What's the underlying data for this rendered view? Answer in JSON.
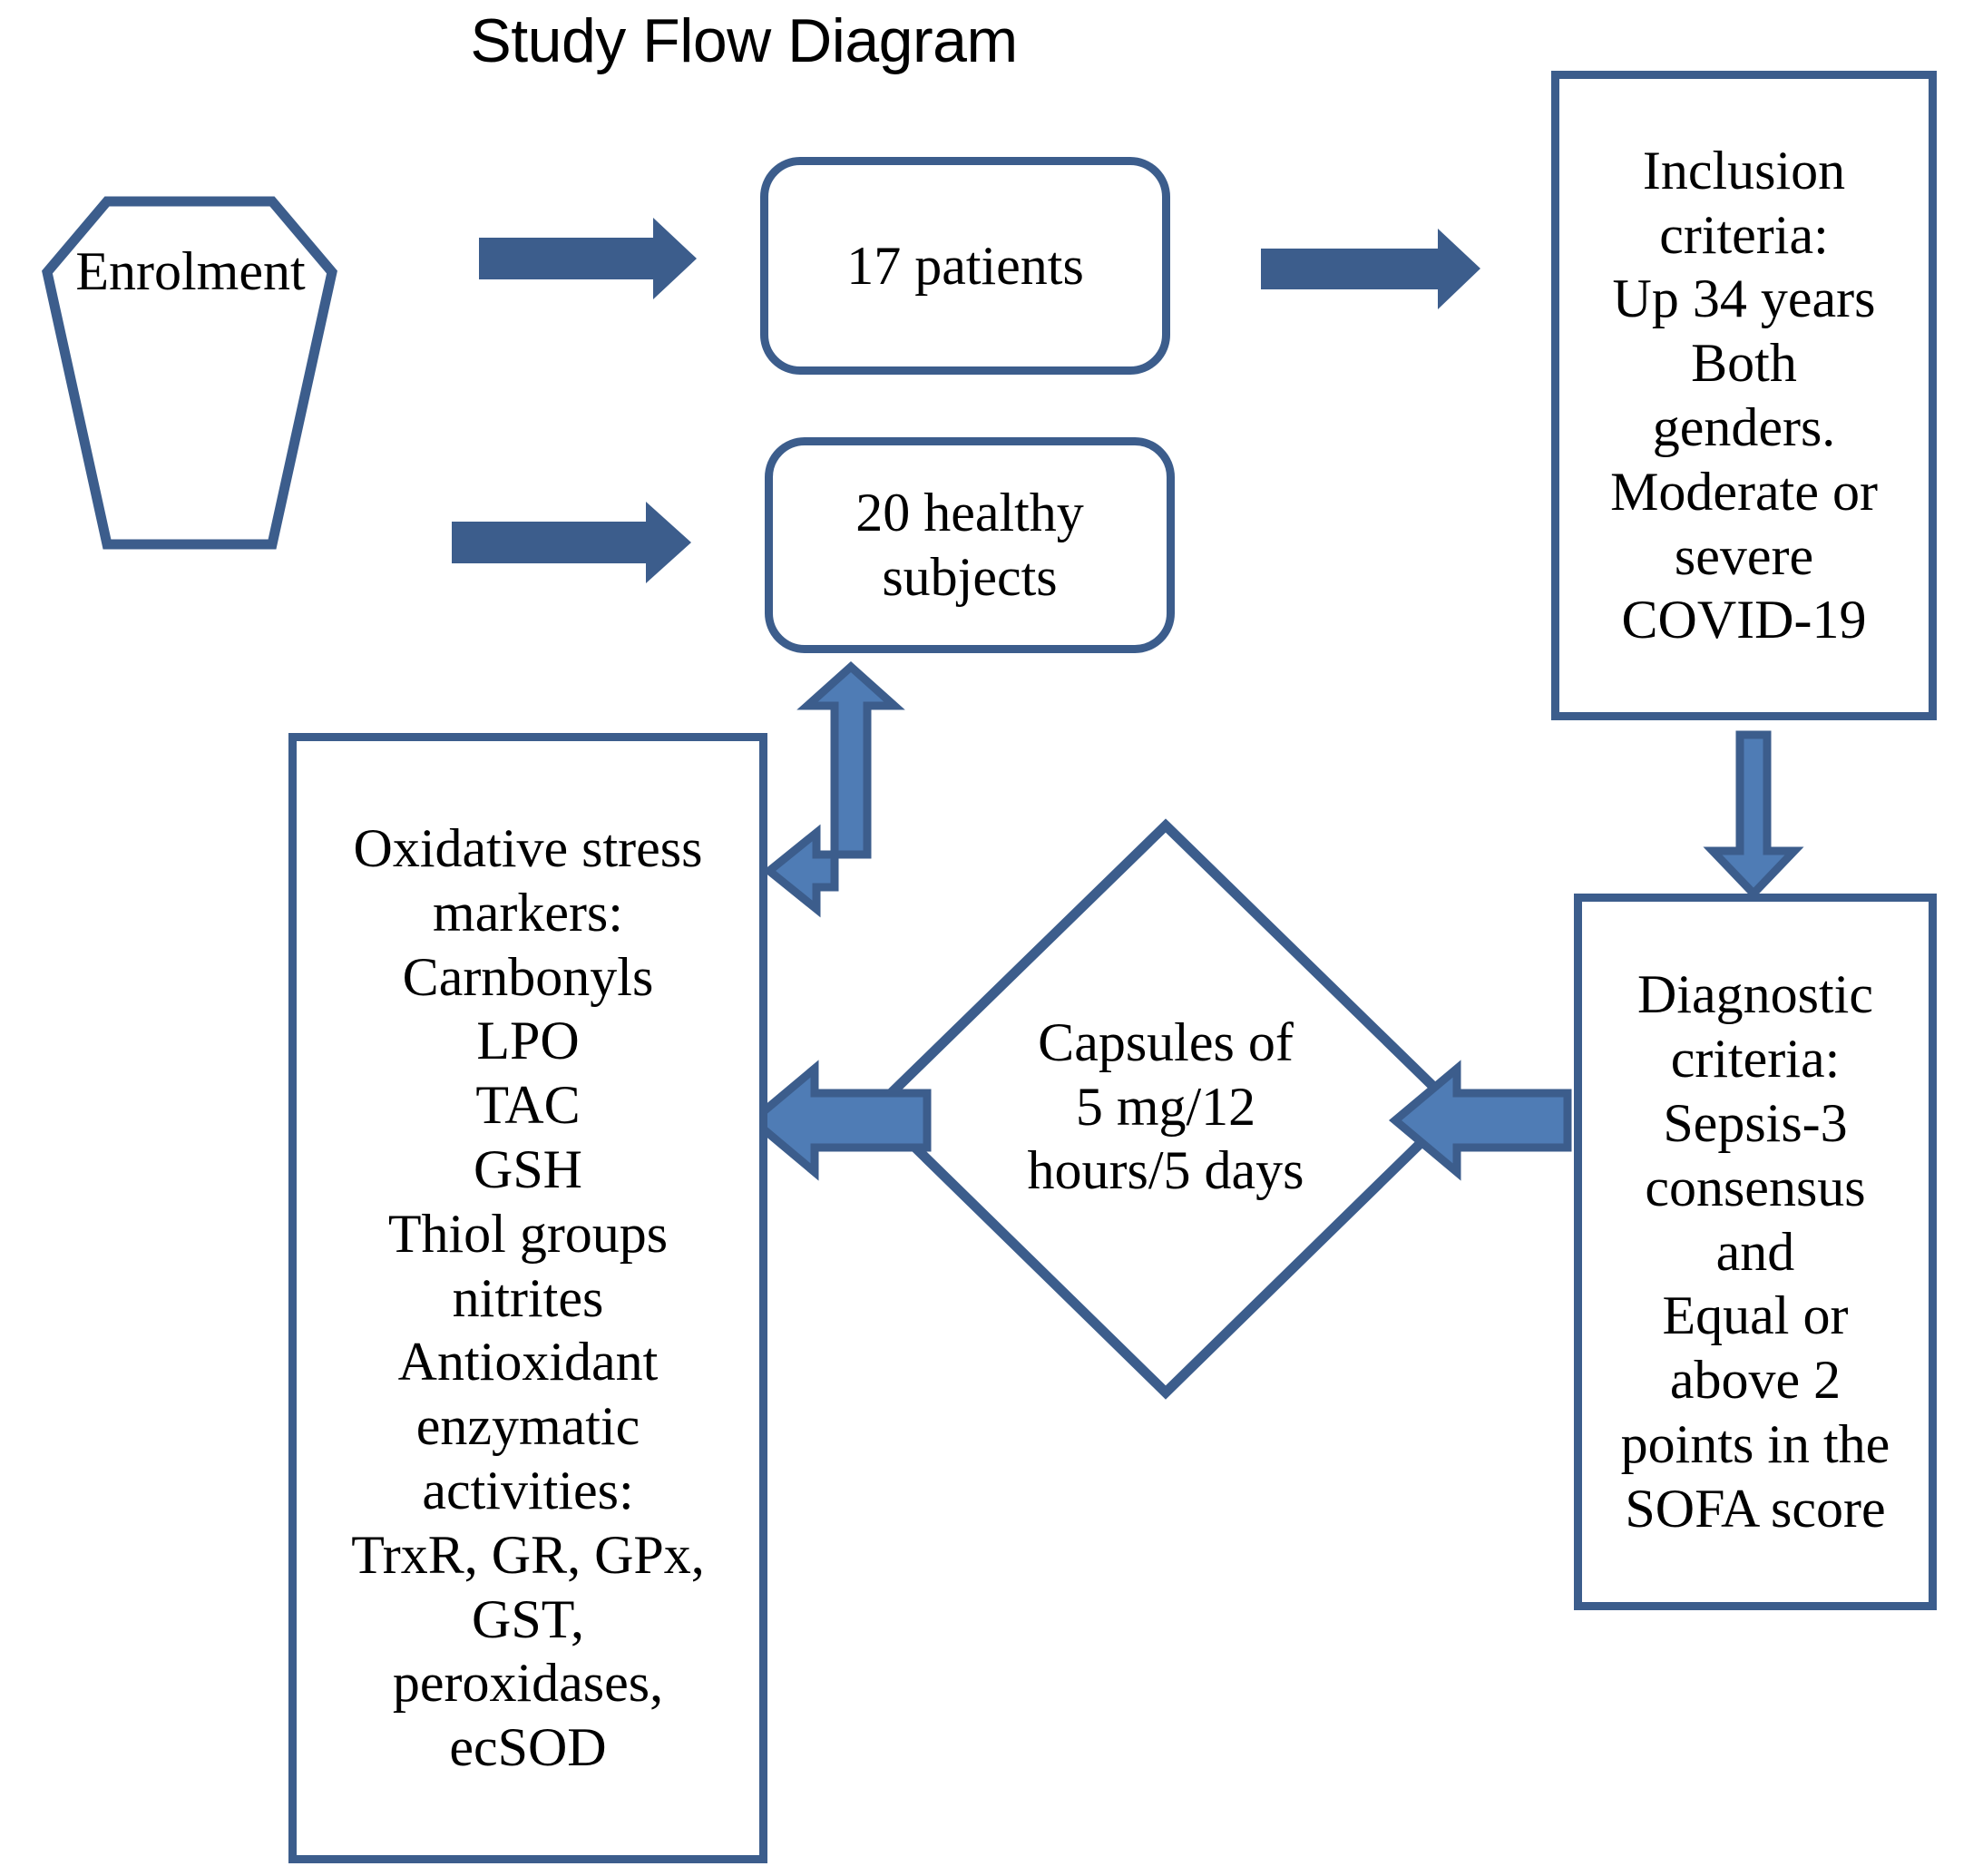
{
  "title": "Study Flow Diagram",
  "colors": {
    "accent": "#3c5d8c",
    "accent_light": "#4f7cb5",
    "text": "#000000",
    "background": "#ffffff"
  },
  "nodes": {
    "enrolment": {
      "label": "Enrolment",
      "shape": "hexagon"
    },
    "patients": {
      "label": "17 patients",
      "shape": "rounded-rectangle"
    },
    "healthy_subjects": {
      "label": "20 healthy\nsubjects",
      "shape": "rounded-rectangle"
    },
    "inclusion_criteria": {
      "label": "Inclusion\ncriteria:\nUp 34 years\nBoth\ngenders.\nModerate or\nsevere\nCOVID-19",
      "shape": "rectangle"
    },
    "diagnostic_criteria": {
      "label": "Diagnostic\ncriteria:\nSepsis-3\nconsensus\nand\nEqual or\nabove 2\npoints in the\nSOFA score",
      "shape": "rectangle"
    },
    "capsules": {
      "label": "Capsules of\n5 mg/12\nhours/5 days",
      "shape": "diamond"
    },
    "oxidative_markers": {
      "label": "Oxidative  stress\nmarkers:\nCarnbonyls\nLPO\nTAC\nGSH\nThiol groups\nnitrites\nAntioxidant\nenzymatic\nactivities:\nTrxR,  GR,  GPx,\nGST,\nperoxidases,\necSOD",
      "shape": "rectangle"
    }
  },
  "edges": [
    {
      "from": "enrolment",
      "to": "patients",
      "style": "solid-arrow",
      "direction": "right"
    },
    {
      "from": "enrolment",
      "to": "healthy_subjects",
      "style": "solid-arrow",
      "direction": "right"
    },
    {
      "from": "patients",
      "to": "inclusion_criteria",
      "style": "solid-arrow",
      "direction": "right"
    },
    {
      "from": "inclusion_criteria",
      "to": "diagnostic_criteria",
      "style": "block-arrow",
      "direction": "down"
    },
    {
      "from": "diagnostic_criteria",
      "to": "capsules",
      "style": "block-arrow",
      "direction": "left"
    },
    {
      "from": "capsules",
      "to": "oxidative_markers",
      "style": "block-arrow",
      "direction": "left"
    },
    {
      "from": "oxidative_markers",
      "to": "healthy_subjects",
      "style": "block-arrow-bent",
      "direction": "up-and-left"
    }
  ]
}
